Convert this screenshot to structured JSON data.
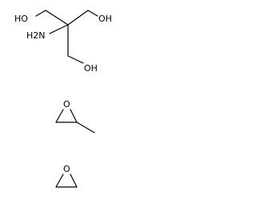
{
  "molecules": [
    {
      "atom_labels": {
        "hydroxyl_left": "HO",
        "hydroxyl_right": "OH",
        "amino": "H2N",
        "hydroxyl_bottom": "OH"
      }
    },
    {
      "atom_labels": {
        "ring_oxygen": "O"
      }
    },
    {
      "atom_labels": {
        "ring_oxygen": "O"
      }
    }
  ]
}
